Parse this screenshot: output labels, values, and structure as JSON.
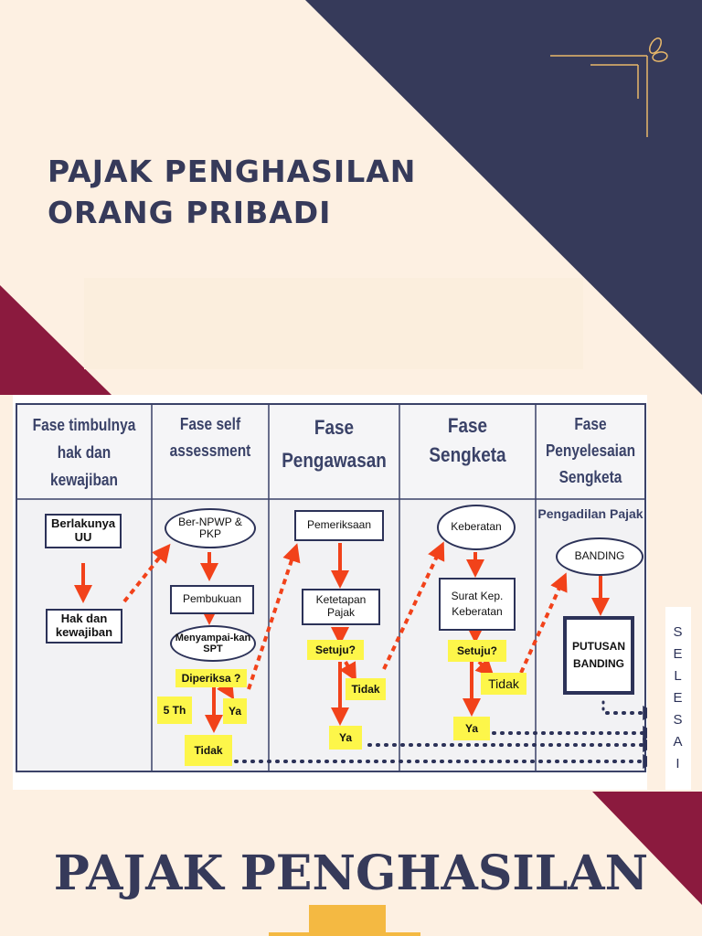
{
  "slide": {
    "title_line1": "PAJAK PENGHASILAN",
    "title_line2": "ORANG PRIBADI",
    "bottom_title": "PAJAK PENGHASILAN"
  },
  "colors": {
    "background": "#fdf0e2",
    "navy": "#363a5a",
    "maroon": "#8b1a3e",
    "accent": "#f4b942",
    "arrow": "#f2421a",
    "highlight": "#fdf64a"
  },
  "diagram": {
    "headers": [
      {
        "line1": "Fase timbulnya",
        "line2": "hak dan",
        "line3": "kewajiban"
      },
      {
        "line1": "Fase self",
        "line2": "assessment"
      },
      {
        "line1": "Fase",
        "line2": "Pengawasan"
      },
      {
        "line1": "Fase Sengketa"
      },
      {
        "line1": "Fase",
        "line2": "Penyelesaian",
        "line3": "Sengketa"
      }
    ],
    "col1": {
      "berlakunya": "Berlakunya UU",
      "hak": "Hak dan kewajiban"
    },
    "col2": {
      "npwp": "Ber-NPWP & PKP",
      "pembukuan": "Pembukuan",
      "menyampaikan": "Menyampai-kan SPT",
      "diperiksa": "Diperiksa ?",
      "lima_th": "5 Th",
      "ya": "Ya",
      "tidak": "Tidak"
    },
    "col3": {
      "pemeriksaan": "Pemeriksaan",
      "ketetapan": "Ketetapan Pajak",
      "setuju": "Setuju?",
      "tidak": "Tidak",
      "ya": "Ya"
    },
    "col4": {
      "keberatan": "Keberatan",
      "surat": "Surat Kep. Keberatan",
      "setuju": "Setuju?",
      "tidak": "Tidak",
      "ya": "Ya"
    },
    "col5": {
      "pengadilan": "Pengadilan Pajak",
      "banding": "BANDING",
      "putusan": "PUTUSAN BANDING"
    },
    "selesai": [
      "S",
      "E",
      "L",
      "E",
      "S",
      "A",
      "I"
    ]
  }
}
